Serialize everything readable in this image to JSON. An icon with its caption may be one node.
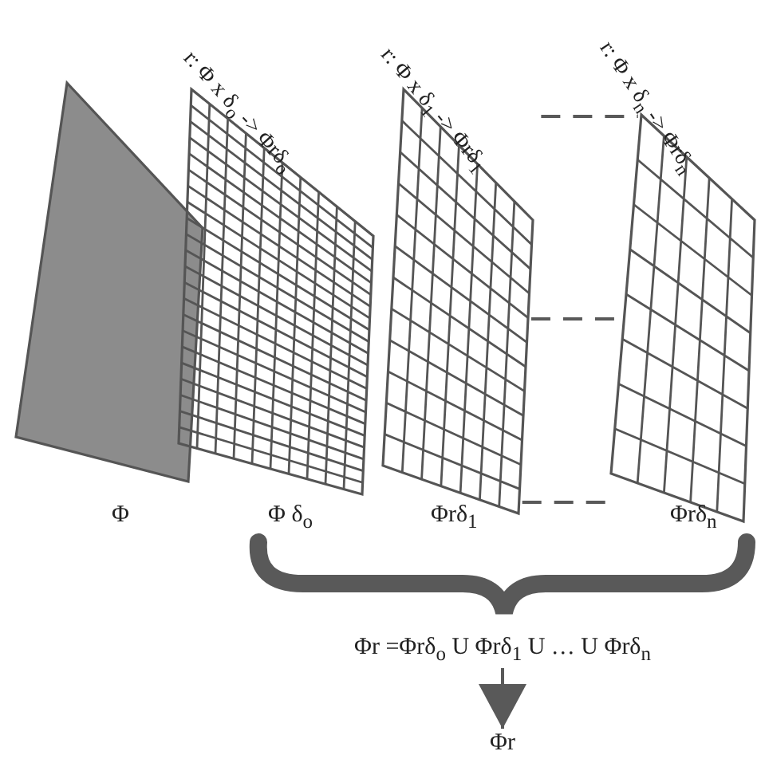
{
  "diagram": {
    "nodes": [
      {
        "text": [
          "Φ"
        ]
      },
      {
        "text": [
          "Φ δ$_{o}$"
        ],
        "beside": [
          "r: Φ x δ$_{o}$ -> Φrδ$_{o}$"
        ]
      },
      {
        "text": [
          "Φrδ$_{1}$"
        ],
        "beside": [
          "r: Φ x δ$_{1}$ -> Φrδ$_{1}$"
        ]
      },
      {
        "text": [
          "Φrδ$_{n}$"
        ],
        "beside": [
          "r: Φ x δ$_{n}$ -> Φrδ$_{n}$"
        ]
      },
      {
        "text": [
          "Φr =Φrδ$_{o}$ U Φrδ$_{1}$ U … U Φrδ$_{n}$"
        ]
      },
      {
        "text": [
          "Φr"
        ]
      }
    ],
    "edges": [
      {
        "from": 2,
        "to": 3,
        "arrow": "none",
        "style": "dashed"
      },
      {
        "from": 2,
        "to": 3,
        "arrow": "none",
        "style": "dashed"
      },
      {
        "from": 2,
        "to": 3,
        "arrow": "none",
        "style": "dashed"
      },
      {
        "from": 4,
        "to": 5,
        "arrow": "to"
      }
    ]
  }
}
